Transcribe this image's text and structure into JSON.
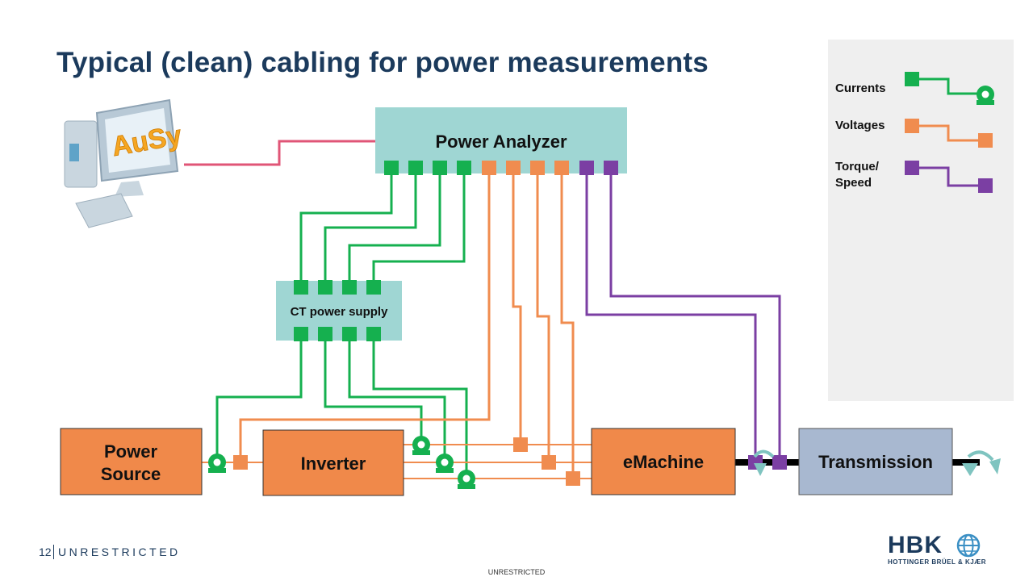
{
  "slide": {
    "title": "Typical (clean) cabling for power measurements",
    "page_number": "12",
    "classification": "UNRESTRICTED",
    "bottom_label": "UNRESTRICTED"
  },
  "computer": {
    "screen_text": "AuSy"
  },
  "blocks": {
    "power_analyzer": "Power Analyzer",
    "ct_power_supply": "CT power supply",
    "power_source_line1": "Power",
    "power_source_line2": "Source",
    "inverter": "Inverter",
    "emachine": "eMachine",
    "transmission": "Transmission"
  },
  "legend": {
    "currents": "Currents",
    "voltages": "Voltages",
    "torque_line1": "Torque/",
    "torque_line2": "Speed"
  },
  "colors": {
    "current": "#15b04f",
    "voltage": "#f08c4f",
    "torque": "#7b3fa3",
    "block": "#f0894a",
    "analyzer": "#9fd6d3",
    "transmission": "#a8b8d0",
    "network": "#e05577",
    "title": "#1b3a5c"
  },
  "logo": {
    "text": "HBK",
    "sub": "HOTTINGER BRÜEL & KJÆR",
    "icon": "globe-icon"
  }
}
